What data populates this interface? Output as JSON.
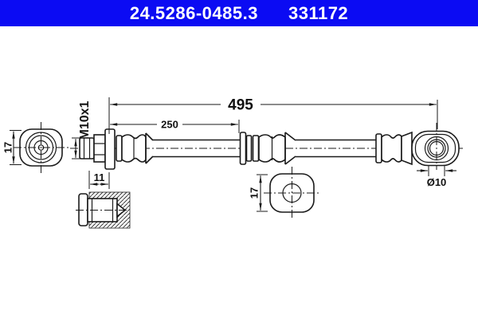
{
  "header": {
    "part_number": "24.5286-0485.3",
    "catalog_number": "331172"
  },
  "colors": {
    "header_bg": "#0b0bf3",
    "header_text": "#ffffff",
    "line": "#1a1a1a",
    "background": "#ffffff"
  },
  "dimensions": {
    "overall_length": "495",
    "section_length": "250",
    "thread": "M10x1",
    "fitting_length": "11",
    "end_fitting_width": "17",
    "grommet_width": "17",
    "eye_hole_diameter": "Ø10"
  }
}
